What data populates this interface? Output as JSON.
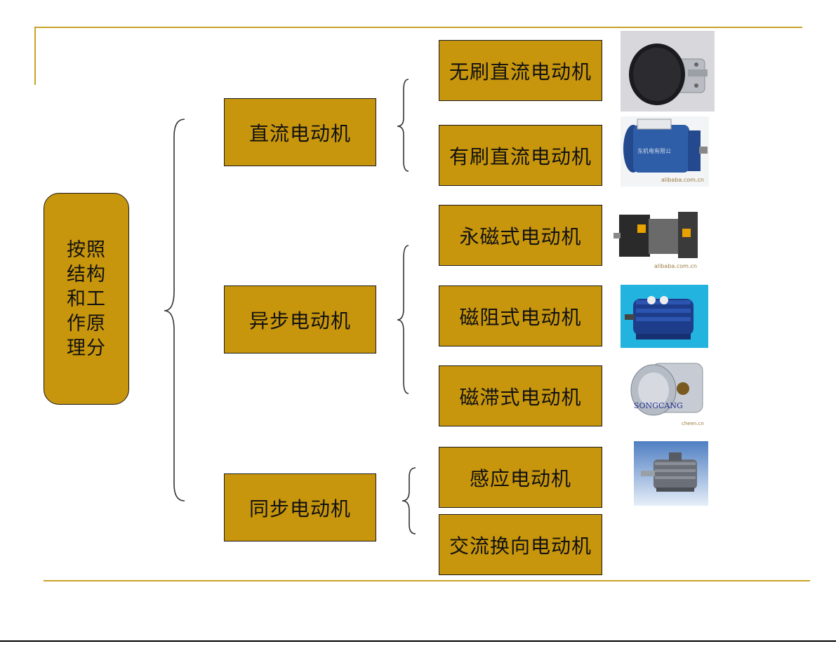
{
  "root": {
    "lines": [
      "按照",
      "结构",
      "和工",
      "作原",
      "理分"
    ]
  },
  "categories": {
    "dc": "直流电动机",
    "async": "异步电动机",
    "sync": "同步电动机"
  },
  "types": {
    "brushless_dc": "无刷直流电动机",
    "brushed_dc": "有刷直流电动机",
    "permanent_magnet": "永磁式电动机",
    "reluctance": "磁阻式电动机",
    "hysteresis": "磁滞式电动机",
    "induction": "感应电动机",
    "ac_commutator": "交流换向电动机"
  },
  "photo_text": {
    "brushed_watermark_1": "东机电有限公",
    "brushed_watermark_2": "alibaba.com.cn",
    "pm_watermark": "alibaba.com.cn",
    "hysteresis_brand": "SONGCANG",
    "hysteresis_watermark": "cheen.cn"
  },
  "colors": {
    "box_fill": "#c8960c",
    "rule": "#c9a227",
    "outline": "#1a1a1a"
  }
}
